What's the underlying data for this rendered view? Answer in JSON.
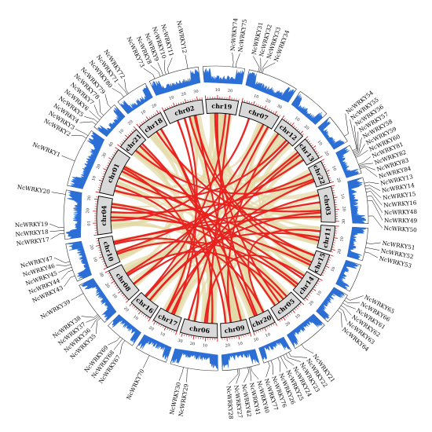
{
  "colors": {
    "background": "#ffffff",
    "ribbon_bg": "#e3d9a7",
    "ribbon_hl": "#e8211f",
    "density": "#2b6fd6",
    "chr_fill": "#d9d9d9",
    "gene_hl": "#e8211f"
  },
  "chromosomes": [
    {
      "name": "chr07",
      "length": 34
    },
    {
      "name": "chr12",
      "length": 23
    },
    {
      "name": "chr13",
      "length": 20
    },
    {
      "name": "chr22",
      "length": 20
    },
    {
      "name": "chr03",
      "length": 31
    },
    {
      "name": "chr11",
      "length": 22
    },
    {
      "name": "chr15",
      "length": 19
    },
    {
      "name": "chr14",
      "length": 22
    },
    {
      "name": "chr05",
      "length": 25
    },
    {
      "name": "chr20",
      "length": 20
    },
    {
      "name": "chr09",
      "length": 25
    },
    {
      "name": "chr06",
      "length": 32
    },
    {
      "name": "chr17",
      "length": 22
    },
    {
      "name": "chr16",
      "length": 21
    },
    {
      "name": "chr08",
      "length": 30
    },
    {
      "name": "chr10",
      "length": 26
    },
    {
      "name": "chr04",
      "length": 33
    },
    {
      "name": "chr01",
      "length": 40
    },
    {
      "name": "chr21",
      "length": 20
    },
    {
      "name": "chr18",
      "length": 22
    },
    {
      "name": "chr02",
      "length": 34
    },
    {
      "name": "chr19",
      "length": 28
    }
  ],
  "genes": [
    {
      "name": "NcWRKY31",
      "chr": 0,
      "pos": 6,
      "hl": false
    },
    {
      "name": "NcWRKY32",
      "chr": 0,
      "pos": 7,
      "hl": false
    },
    {
      "name": "NcWRKY33",
      "chr": 0,
      "pos": 8,
      "hl": false
    },
    {
      "name": "NcWRKY34",
      "chr": 0,
      "pos": 9,
      "hl": false
    },
    {
      "name": "NcWRKY54",
      "chr": 2,
      "pos": 16,
      "hl": false
    },
    {
      "name": "NcWRKY55",
      "chr": 3,
      "pos": 4,
      "hl": false
    },
    {
      "name": "NcWRKY56",
      "chr": 3,
      "pos": 5,
      "hl": false
    },
    {
      "name": "NcWRKY57",
      "chr": 3,
      "pos": 6,
      "hl": false
    },
    {
      "name": "NcWRKY58",
      "chr": 3,
      "pos": 7,
      "hl": false
    },
    {
      "name": "NcWRKY59",
      "chr": 3,
      "pos": 8,
      "hl": false
    },
    {
      "name": "NcWRKY60",
      "chr": 3,
      "pos": 9,
      "hl": false
    },
    {
      "name": "NcWRKY81",
      "chr": 3,
      "pos": 14,
      "hl": false
    },
    {
      "name": "NcWRKY82",
      "chr": 3,
      "pos": 15,
      "hl": false
    },
    {
      "name": "NcWRKY83",
      "chr": 3,
      "pos": 16,
      "hl": false
    },
    {
      "name": "NcWRKY84",
      "chr": 3,
      "pos": 17,
      "hl": false
    },
    {
      "name": "NcWRKY13",
      "chr": 4,
      "pos": 4,
      "hl": false
    },
    {
      "name": "NcWRKY14",
      "chr": 4,
      "pos": 6,
      "hl": false
    },
    {
      "name": "NcWRKY15",
      "chr": 4,
      "pos": 8,
      "hl": false
    },
    {
      "name": "NcWRKY16",
      "chr": 4,
      "pos": 10,
      "hl": false
    },
    {
      "name": "NcWRKY48",
      "chr": 4,
      "pos": 13,
      "hl": false
    },
    {
      "name": "NcWRKY49",
      "chr": 4,
      "pos": 16,
      "hl": false
    },
    {
      "name": "NcWRKY50",
      "chr": 4,
      "pos": 26,
      "hl": false
    },
    {
      "name": "NcWRKY51",
      "chr": 5,
      "pos": 10,
      "hl": false
    },
    {
      "name": "NcWRKY52",
      "chr": 5,
      "pos": 13,
      "hl": false
    },
    {
      "name": "NcWRKY53",
      "chr": 5,
      "pos": 16,
      "hl": false
    },
    {
      "name": "NcWRKY65",
      "chr": 7,
      "pos": 2,
      "hl": false
    },
    {
      "name": "NcWRKY66",
      "chr": 7,
      "pos": 4,
      "hl": false
    },
    {
      "name": "NcWRKY61",
      "chr": 7,
      "pos": 6,
      "hl": false
    },
    {
      "name": "NcWRKY62",
      "chr": 7,
      "pos": 8,
      "hl": false
    },
    {
      "name": "NcWRKY63",
      "chr": 7,
      "pos": 10,
      "hl": false
    },
    {
      "name": "NcWRKY64",
      "chr": 7,
      "pos": 12,
      "hl": false
    },
    {
      "name": "NcWRKY21",
      "chr": 8,
      "pos": 20,
      "hl": false
    },
    {
      "name": "NcWRKY22",
      "chr": 9,
      "pos": 2,
      "hl": false
    },
    {
      "name": "NcWRKY23",
      "chr": 9,
      "pos": 4,
      "hl": false
    },
    {
      "name": "NcWRKY24",
      "chr": 9,
      "pos": 6,
      "hl": true
    },
    {
      "name": "NcWRKY25",
      "chr": 9,
      "pos": 8,
      "hl": true
    },
    {
      "name": "NcWRKY26",
      "chr": 9,
      "pos": 10,
      "hl": false
    },
    {
      "name": "NcWRKY76",
      "chr": 9,
      "pos": 15,
      "hl": false
    },
    {
      "name": "NcWRKY77",
      "chr": 9,
      "pos": 17,
      "hl": false
    },
    {
      "name": "NcWRKY40",
      "chr": 10,
      "pos": 6,
      "hl": false
    },
    {
      "name": "NcWRKY41",
      "chr": 10,
      "pos": 7,
      "hl": false
    },
    {
      "name": "NcWRKY42",
      "chr": 10,
      "pos": 8,
      "hl": false
    },
    {
      "name": "NcWRKY27",
      "chr": 10,
      "pos": 14,
      "hl": false
    },
    {
      "name": "NcWRKY28",
      "chr": 10,
      "pos": 15,
      "hl": false
    },
    {
      "name": "NcWRKY29",
      "chr": 11,
      "pos": 20,
      "hl": false
    },
    {
      "name": "NcWRKY30",
      "chr": 11,
      "pos": 23,
      "hl": false
    },
    {
      "name": "NcWRKY70",
      "chr": 12,
      "pos": 12,
      "hl": false
    },
    {
      "name": "NcWRKY67",
      "chr": 13,
      "pos": 6,
      "hl": false
    },
    {
      "name": "NcWRKY68",
      "chr": 13,
      "pos": 8,
      "hl": false
    },
    {
      "name": "NcWRKY69",
      "chr": 13,
      "pos": 10,
      "hl": false
    },
    {
      "name": "NcWRKY35",
      "chr": 14,
      "pos": 4,
      "hl": false
    },
    {
      "name": "NcWRKY36",
      "chr": 14,
      "pos": 5,
      "hl": false
    },
    {
      "name": "NcWRKY37",
      "chr": 14,
      "pos": 6,
      "hl": false
    },
    {
      "name": "NcWRKY38",
      "chr": 14,
      "pos": 7,
      "hl": false
    },
    {
      "name": "NcWRKY39",
      "chr": 14,
      "pos": 24,
      "hl": false
    },
    {
      "name": "NcWRKY43",
      "chr": 15,
      "pos": 4,
      "hl": false
    },
    {
      "name": "NcWRKY44",
      "chr": 15,
      "pos": 8,
      "hl": false
    },
    {
      "name": "NcWRKY45",
      "chr": 15,
      "pos": 10,
      "hl": false
    },
    {
      "name": "NcWRKY46",
      "chr": 15,
      "pos": 12,
      "hl": false
    },
    {
      "name": "NcWRKY47",
      "chr": 15,
      "pos": 14,
      "hl": false
    },
    {
      "name": "NcWRKY17",
      "chr": 16,
      "pos": 4,
      "hl": false
    },
    {
      "name": "NcWRKY18",
      "chr": 16,
      "pos": 6,
      "hl": false
    },
    {
      "name": "NcWRKY19",
      "chr": 16,
      "pos": 8,
      "hl": false
    },
    {
      "name": "NcWRKY20",
      "chr": 16,
      "pos": 30,
      "hl": false
    },
    {
      "name": "NcWRKY1",
      "chr": 17,
      "pos": 17,
      "hl": false
    },
    {
      "name": "NcWRKY2",
      "chr": 17,
      "pos": 34,
      "hl": false
    },
    {
      "name": "NcWRKY3",
      "chr": 17,
      "pos": 36,
      "hl": false
    },
    {
      "name": "NcWRKY4",
      "chr": 18,
      "pos": 2,
      "hl": false
    },
    {
      "name": "NcWRKY5",
      "chr": 18,
      "pos": 4,
      "hl": true
    },
    {
      "name": "NcWRKY6",
      "chr": 18,
      "pos": 6,
      "hl": true
    },
    {
      "name": "NcWRKY7",
      "chr": 18,
      "pos": 8,
      "hl": false
    },
    {
      "name": "NcWRKY78",
      "chr": 18,
      "pos": 10,
      "hl": false
    },
    {
      "name": "NcWRKY79",
      "chr": 18,
      "pos": 17,
      "hl": false
    },
    {
      "name": "NcWRKY80",
      "chr": 19,
      "pos": 5,
      "hl": false
    },
    {
      "name": "NcWRKY71",
      "chr": 19,
      "pos": 8,
      "hl": false
    },
    {
      "name": "NcWRKY72",
      "chr": 19,
      "pos": 9,
      "hl": false
    },
    {
      "name": "NcWRKY73",
      "chr": 20,
      "pos": 4,
      "hl": false
    },
    {
      "name": "NcWRKY8",
      "chr": 20,
      "pos": 8,
      "hl": false
    },
    {
      "name": "NcWRKY9",
      "chr": 20,
      "pos": 10,
      "hl": false
    },
    {
      "name": "NcWRKY10",
      "chr": 20,
      "pos": 12,
      "hl": false
    },
    {
      "name": "NcWRKY11",
      "chr": 20,
      "pos": 14,
      "hl": false
    },
    {
      "name": "NcWRKY12",
      "chr": 20,
      "pos": 27,
      "hl": false
    },
    {
      "name": "NcWRKY74",
      "chr": 21,
      "pos": 20,
      "hl": false
    },
    {
      "name": "NcWRKY75",
      "chr": 21,
      "pos": 22,
      "hl": false
    }
  ],
  "links_highlight": [
    [
      0,
      10,
      16,
      12
    ],
    [
      0,
      25,
      14,
      8
    ],
    [
      1,
      5,
      10,
      15
    ],
    [
      1,
      15,
      17,
      5
    ],
    [
      2,
      8,
      12,
      10
    ],
    [
      2,
      14,
      15,
      10
    ],
    [
      3,
      6,
      16,
      20
    ],
    [
      3,
      12,
      18,
      6
    ],
    [
      4,
      5,
      13,
      10
    ],
    [
      4,
      20,
      17,
      30
    ],
    [
      5,
      6,
      9,
      5
    ],
    [
      5,
      15,
      19,
      10
    ],
    [
      6,
      5,
      17,
      18
    ],
    [
      6,
      12,
      20,
      20
    ],
    [
      7,
      5,
      11,
      12
    ],
    [
      7,
      15,
      16,
      28
    ],
    [
      8,
      10,
      14,
      18
    ],
    [
      8,
      20,
      18,
      12
    ],
    [
      9,
      5,
      15,
      18
    ],
    [
      9,
      12,
      21,
      10
    ],
    [
      10,
      5,
      20,
      26
    ],
    [
      10,
      15,
      19,
      15
    ],
    [
      11,
      10,
      21,
      22
    ],
    [
      11,
      22,
      17,
      28
    ],
    [
      12,
      8,
      20,
      8
    ],
    [
      12,
      15,
      3,
      14
    ],
    [
      13,
      10,
      4,
      22
    ],
    [
      13,
      15,
      2,
      5
    ],
    [
      14,
      8,
      5,
      12
    ],
    [
      14,
      20,
      1,
      18
    ],
    [
      15,
      8,
      7,
      18
    ],
    [
      15,
      20,
      4,
      12
    ],
    [
      16,
      15,
      6,
      15
    ],
    [
      16,
      25,
      8,
      6
    ],
    [
      17,
      25,
      7,
      8
    ],
    [
      17,
      10,
      10,
      20
    ],
    [
      18,
      15,
      9,
      14
    ],
    [
      19,
      15,
      11,
      5
    ],
    [
      20,
      15,
      12,
      16
    ],
    [
      20,
      25,
      6,
      5
    ],
    [
      21,
      8,
      8,
      15
    ],
    [
      21,
      18,
      13,
      16
    ],
    [
      0,
      30,
      11,
      28
    ],
    [
      4,
      26,
      15,
      20
    ]
  ]
}
